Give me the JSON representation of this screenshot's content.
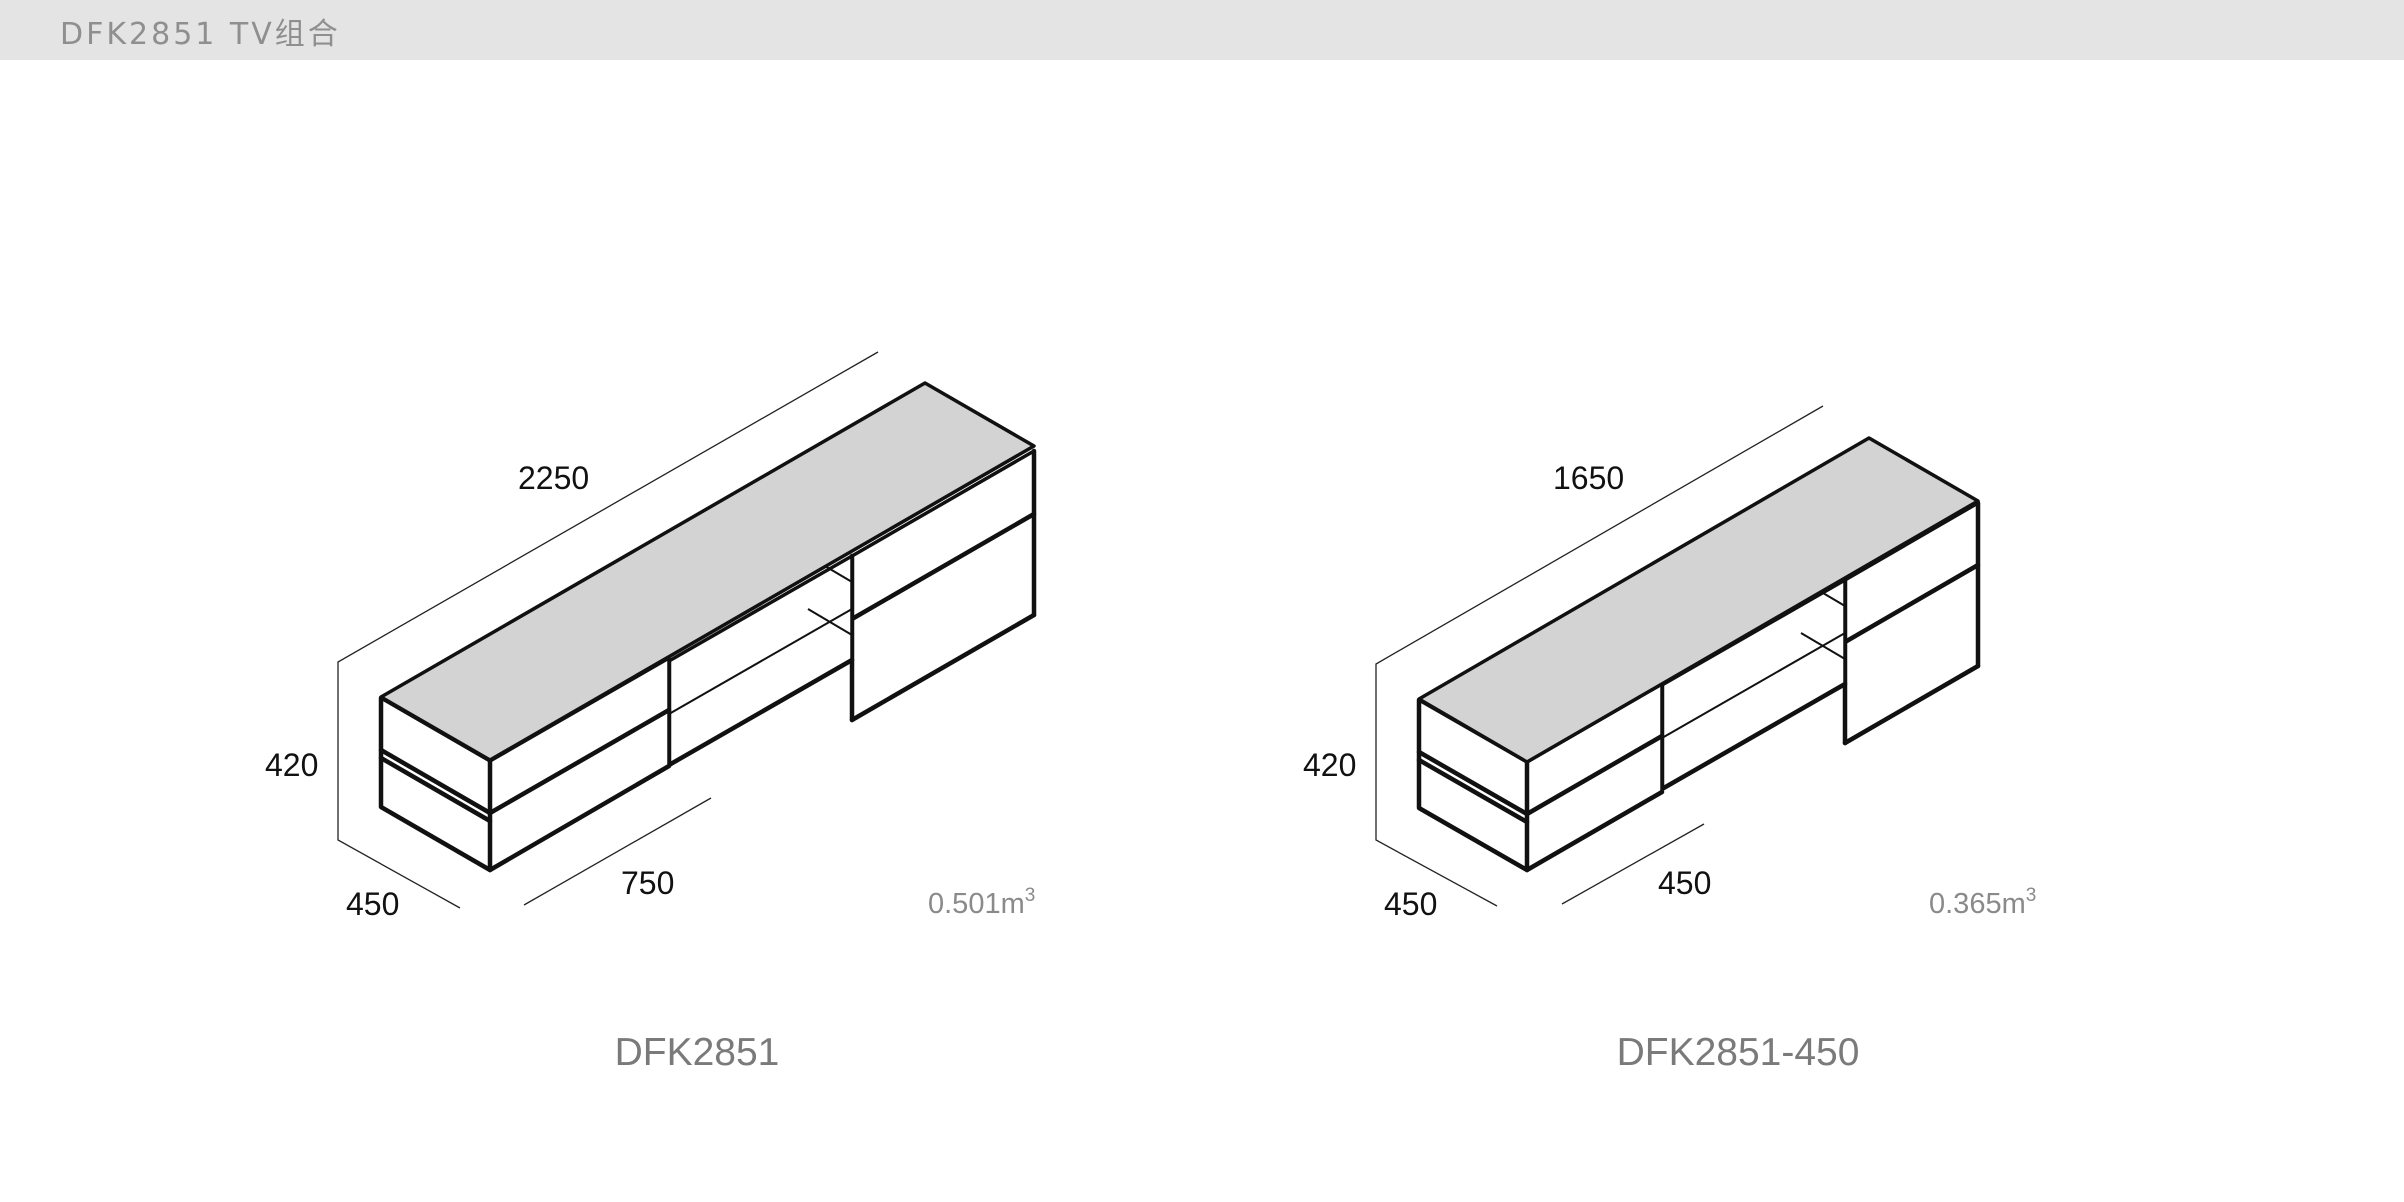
{
  "header": {
    "title": "DFK2851 TV组合"
  },
  "products": [
    {
      "model": "DFK2851",
      "volume": "0.501m",
      "volume_exp": "3",
      "dims": {
        "length": "2250",
        "height": "420",
        "depth": "450",
        "module": "750"
      }
    },
    {
      "model": "DFK2851-450",
      "volume": "0.365m",
      "volume_exp": "3",
      "dims": {
        "length": "1650",
        "height": "420",
        "depth": "450",
        "module": "450"
      }
    }
  ],
  "colors": {
    "header_bg": "#e4e4e4",
    "top_surface": "#d3d3d3",
    "outline": "#111111",
    "caption": "#7a7a7a"
  }
}
